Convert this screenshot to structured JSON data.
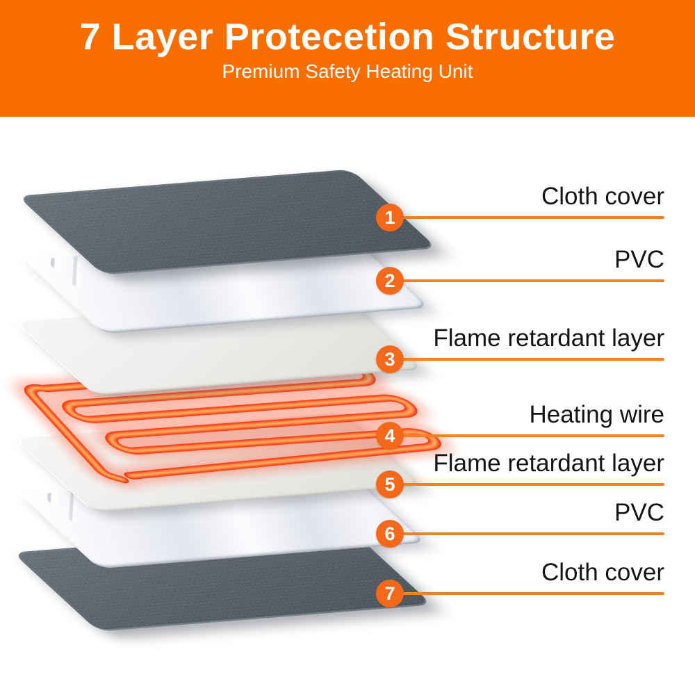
{
  "header": {
    "title": "7 Layer Protecetion Structure",
    "subtitle": "Premium Safety Heating Unit"
  },
  "layers": [
    {
      "number": "1",
      "label": "Cloth cover"
    },
    {
      "number": "2",
      "label": "PVC"
    },
    {
      "number": "3",
      "label": "Flame retardant layer"
    },
    {
      "number": "4",
      "label": "Heating wire"
    },
    {
      "number": "5",
      "label": "Flame retardant layer"
    },
    {
      "number": "6",
      "label": "PVC"
    },
    {
      "number": "7",
      "label": "Cloth cover"
    }
  ],
  "colors": {
    "header_bg": "#F96E00",
    "callout_circle": "#F4681B",
    "callout_line": "#F5811E",
    "label_text": "#141414",
    "cloth_gray": "#5A636C",
    "pvc_white": "#F2F3F8",
    "flame_layer": "#EEEDEB",
    "wire_glow_red": "#F23312",
    "wire_core_yellow": "#FFC36E"
  }
}
